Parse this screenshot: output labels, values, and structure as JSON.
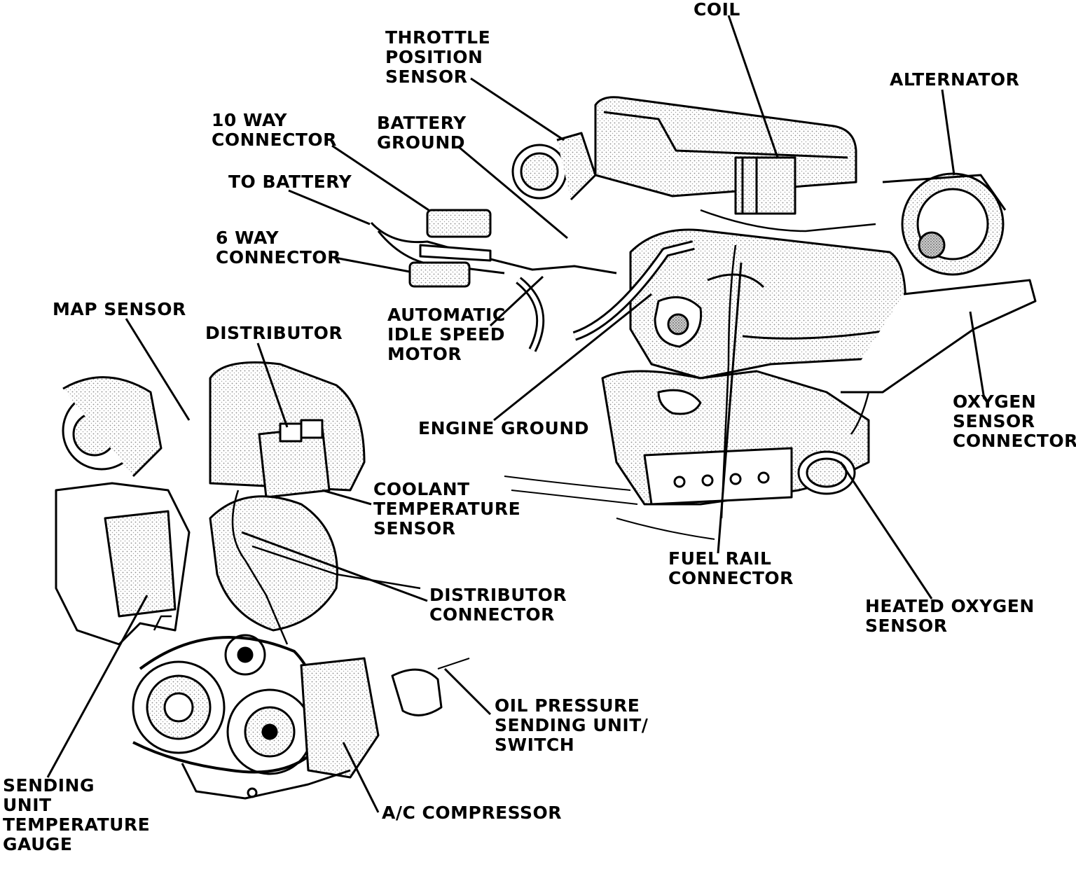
{
  "labels": {
    "coil": [
      "COIL"
    ],
    "throttle_position_sensor": [
      "THROTTLE",
      "POSITION",
      "SENSOR"
    ],
    "alternator": [
      "ALTERNATOR"
    ],
    "ten_way_connector": [
      "10 WAY",
      "CONNECTOR"
    ],
    "battery_ground": [
      "BATTERY",
      "GROUND"
    ],
    "to_battery": [
      "TO BATTERY"
    ],
    "six_way_connector": [
      "6 WAY",
      "CONNECTOR"
    ],
    "map_sensor": [
      "MAP SENSOR"
    ],
    "automatic_idle_speed_motor": [
      "AUTOMATIC",
      "IDLE SPEED",
      "MOTOR"
    ],
    "distributor": [
      "DISTRIBUTOR"
    ],
    "engine_ground": [
      "ENGINE GROUND"
    ],
    "oxygen_sensor_connector": [
      "OXYGEN",
      "SENSOR",
      "CONNECTOR"
    ],
    "coolant_temperature_sensor": [
      "COOLANT",
      "TEMPERATURE",
      "SENSOR"
    ],
    "fuel_rail_connector": [
      "FUEL RAIL",
      "CONNECTOR"
    ],
    "distributor_connector": [
      "DISTRIBUTOR",
      "CONNECTOR"
    ],
    "heated_oxygen_sensor": [
      "HEATED OXYGEN",
      "SENSOR"
    ],
    "oil_pressure_sending_unit": [
      "OIL PRESSURE",
      "SENDING UNIT/",
      "SWITCH"
    ],
    "sending_unit_temperature_gauge": [
      "SENDING",
      "UNIT",
      "TEMPERATURE",
      "GAUGE"
    ],
    "ac_compressor": [
      "A/C COMPRESSOR"
    ]
  },
  "colors": {
    "ink": "#000000",
    "paper": "#ffffff",
    "stipple": "#9a9a9a"
  }
}
